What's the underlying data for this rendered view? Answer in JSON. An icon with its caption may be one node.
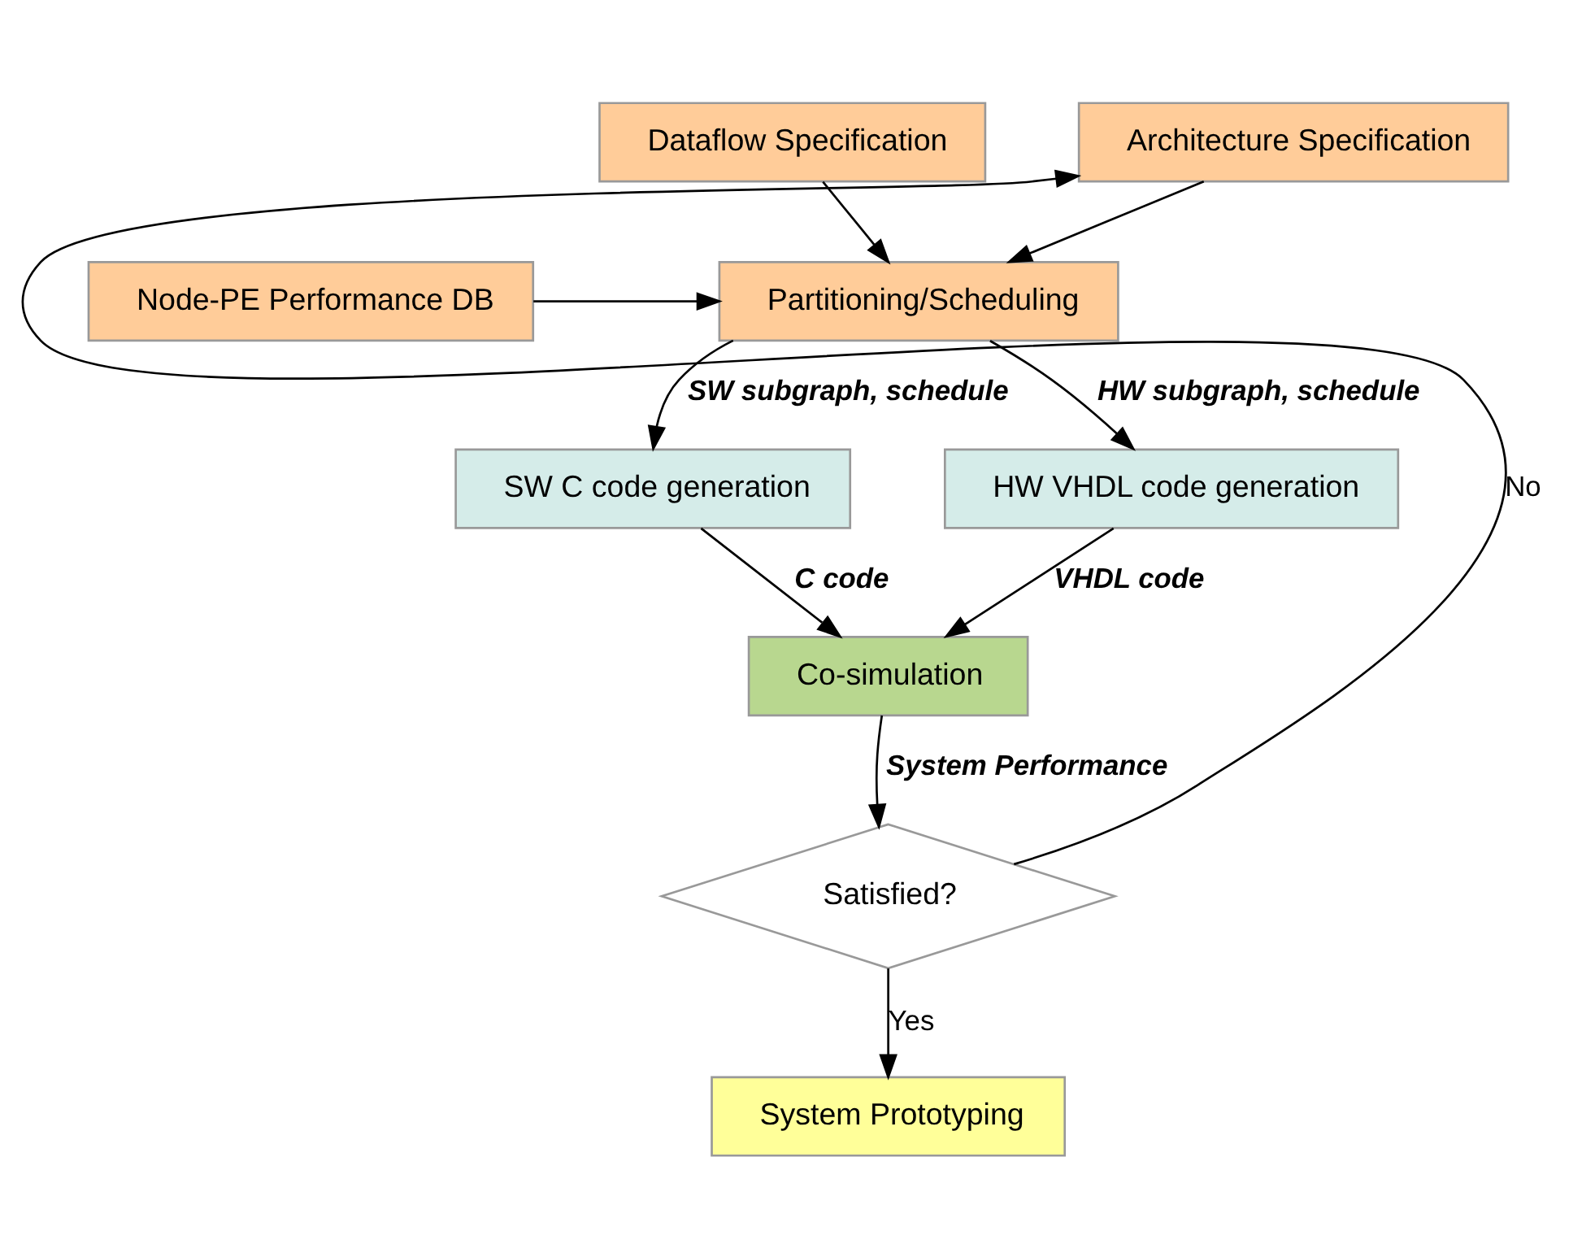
{
  "diagram": {
    "nodes": [
      {
        "text": [
          "Dataflow Specification"
        ]
      },
      {
        "text": [
          "Architecture Specification"
        ]
      },
      {
        "text": [
          "Node-PE Performance DB"
        ]
      },
      {
        "text": [
          "Partitioning/Scheduling"
        ]
      },
      {
        "text": [
          "SW C code generation"
        ]
      },
      {
        "text": [
          "HW VHDL code generation"
        ]
      },
      {
        "text": [
          "Co-simulation"
        ]
      },
      {
        "text": [
          "Satisfied?"
        ]
      },
      {
        "text": [
          "System Prototyping"
        ]
      }
    ],
    "edges": [
      {
        "from": 0,
        "to": 3,
        "arrow": "to"
      },
      {
        "from": 1,
        "to": 3,
        "arrow": "to"
      },
      {
        "from": 2,
        "to": 3,
        "arrow": "to"
      },
      {
        "from": 3,
        "to": 4,
        "arrow": "to",
        "label": "SW subgraph, schedule"
      },
      {
        "from": 3,
        "to": 5,
        "arrow": "to",
        "label": "HW subgraph, schedule"
      },
      {
        "from": 4,
        "to": 6,
        "arrow": "to",
        "label": "C code"
      },
      {
        "from": 5,
        "to": 6,
        "arrow": "to",
        "label": "VHDL code"
      },
      {
        "from": 6,
        "to": 7,
        "arrow": "to",
        "label": "System Performance"
      },
      {
        "from": 7,
        "to": 8,
        "arrow": "to",
        "label": "Yes"
      },
      {
        "from": 7,
        "to": 1,
        "arrow": "to",
        "label": "No"
      }
    ]
  }
}
